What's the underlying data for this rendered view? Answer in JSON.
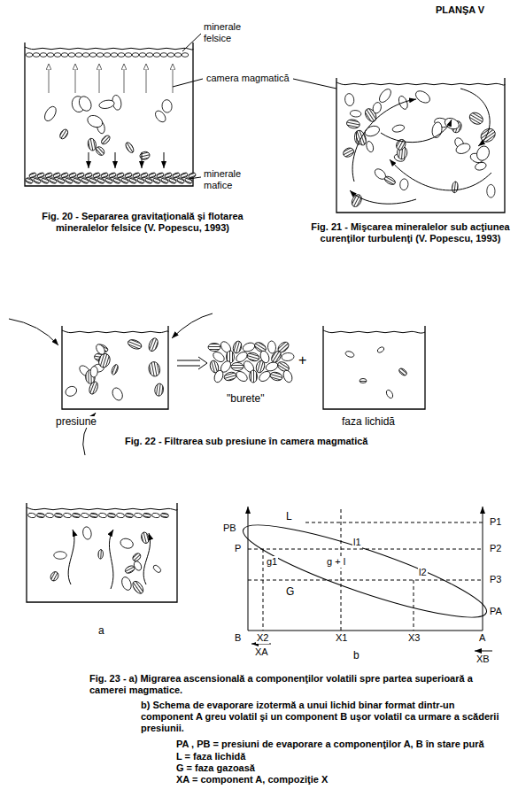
{
  "diagram": {
    "title": "PLANŞA V",
    "labels": [
      "minerale felsice",
      "camera magmatică",
      "minerale mafice",
      "Fig. 20 - Separarea gravitaţională şi flotarea mineralelor felsice (V. Popescu, 1993)",
      "Fig. 21 - Mişcarea mineralelor sub acţiunea curenţilor turbulenţi (V. Popescu, 1993)",
      "presiune",
      "\"burete\"",
      "+",
      "faza lichidă",
      "Fig. 22 - Filtrarea sub presiune în camera magmatică",
      "a",
      "b",
      "PB",
      "P",
      "L",
      "l1",
      "P1",
      "P2",
      "g1",
      "g + l",
      "P3",
      "l2",
      "G",
      "PA",
      "B",
      "X2",
      "X1",
      "X3",
      "A",
      "XA",
      "XB",
      "Fig. 23 - a) Migrarea ascensională a componenţilor volatili spre partea superioară a camerei magmatice.",
      "b) Schema de evaporare izotermă a unui lichid binar format dintr-un component A greu volatil şi un component B uşor volatil ca urmare a scăderii presiunii.",
      "PA , PB = presiuni de evaporare a componenţilor A, B în stare pură",
      "L = faza lichidă",
      "G = faza gazoasă",
      "XA = component A, compoziţie X"
    ]
  }
}
